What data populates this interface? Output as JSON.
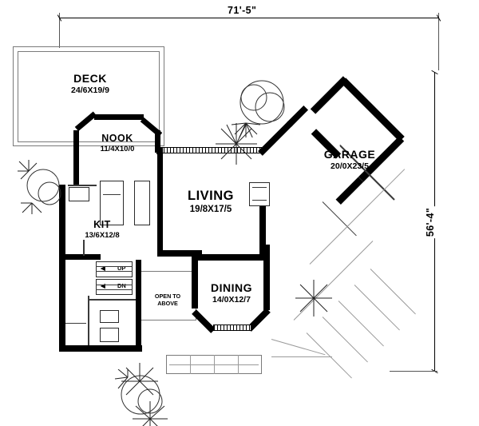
{
  "plan": {
    "title": "Main Floor Plan",
    "dimensions": {
      "width_label": "71'-5\"",
      "depth_label": "56'-4\""
    },
    "rooms": [
      {
        "id": "deck",
        "name": "DECK",
        "size": "24/6X19/9"
      },
      {
        "id": "nook",
        "name": "NOOK",
        "size": "11/4X10/0"
      },
      {
        "id": "kit",
        "name": "KIT",
        "size": "13/6X12/8"
      },
      {
        "id": "living",
        "name": "LIVING",
        "size": "19/8X17/5"
      },
      {
        "id": "dining",
        "name": "DINING",
        "size": "14/0X12/7"
      },
      {
        "id": "garage",
        "name": "GARAGE",
        "size": "20/0X23/5"
      }
    ],
    "notes": [
      {
        "id": "open-to-above",
        "line1": "OPEN TO",
        "line2": "ABOVE"
      }
    ],
    "stairs": [
      {
        "id": "stair-up",
        "label": "UP",
        "arrow": "◀"
      },
      {
        "id": "stair-dn",
        "label": "DN",
        "arrow": "◀"
      }
    ]
  }
}
